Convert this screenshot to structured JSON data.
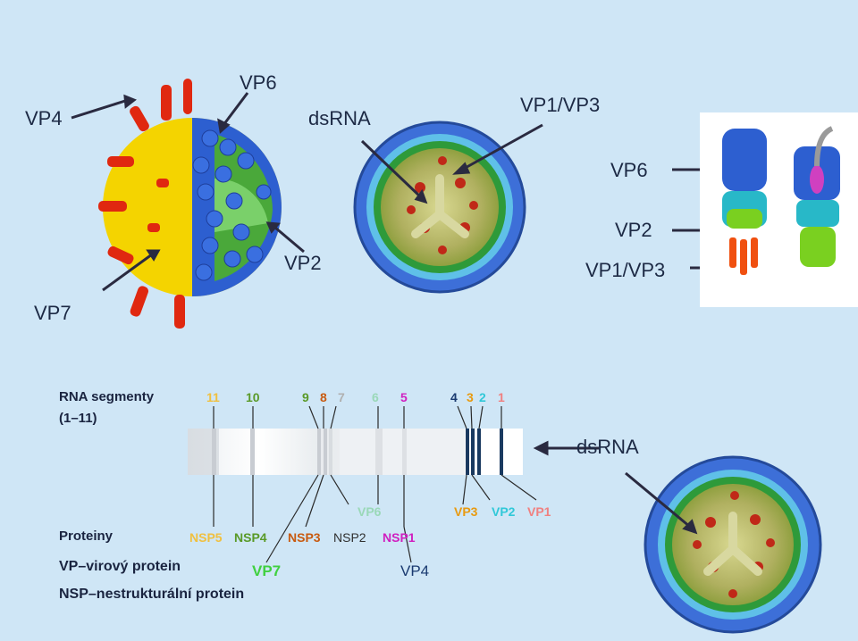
{
  "top_labels": {
    "vp4": "VP4",
    "vp6_top": "VP6",
    "dsrna_top": "dsRNA",
    "vp1vp3_top": "VP1/VP3",
    "vp2_left": "VP2",
    "vp7_left": "VP7",
    "panel_vp6": "VP6",
    "panel_vp2": "VP2",
    "panel_vp1vp3": "VP1/VP3"
  },
  "gel": {
    "title_line1": "RNA segmenty",
    "title_line2": "(1–11)",
    "segments": [
      "11",
      "10",
      "9",
      "8",
      "7",
      "6",
      "5",
      "4",
      "3",
      "2",
      "1"
    ],
    "dsrna_label": "dsRNA"
  },
  "proteins": {
    "row_label": "Proteiny",
    "nsp5": "NSP5",
    "nsp4": "NSP4",
    "nsp3": "NSP3",
    "nsp2": "NSP2",
    "nsp1": "NSP1",
    "vp6": "VP6",
    "vp3": "VP3",
    "vp2": "VP2",
    "vp1": "VP1",
    "vp7": "VP7",
    "vp4": "VP4"
  },
  "legend": {
    "vp_def": "VP–virový protein",
    "nsp_def": "NSP–nestrukturální protein"
  },
  "colors": {
    "background": "#cfe6f6",
    "seg11": "#f0c040",
    "seg10": "#5a9a28",
    "seg9": "#5a9a28",
    "seg8": "#c85a10",
    "seg7": "#b0b0b0",
    "seg6": "#9ad8b8",
    "seg5": "#d020c0",
    "seg4": "#1a3a70",
    "seg3": "#e89a10",
    "seg2": "#30c8d8",
    "seg1": "#f08080"
  }
}
